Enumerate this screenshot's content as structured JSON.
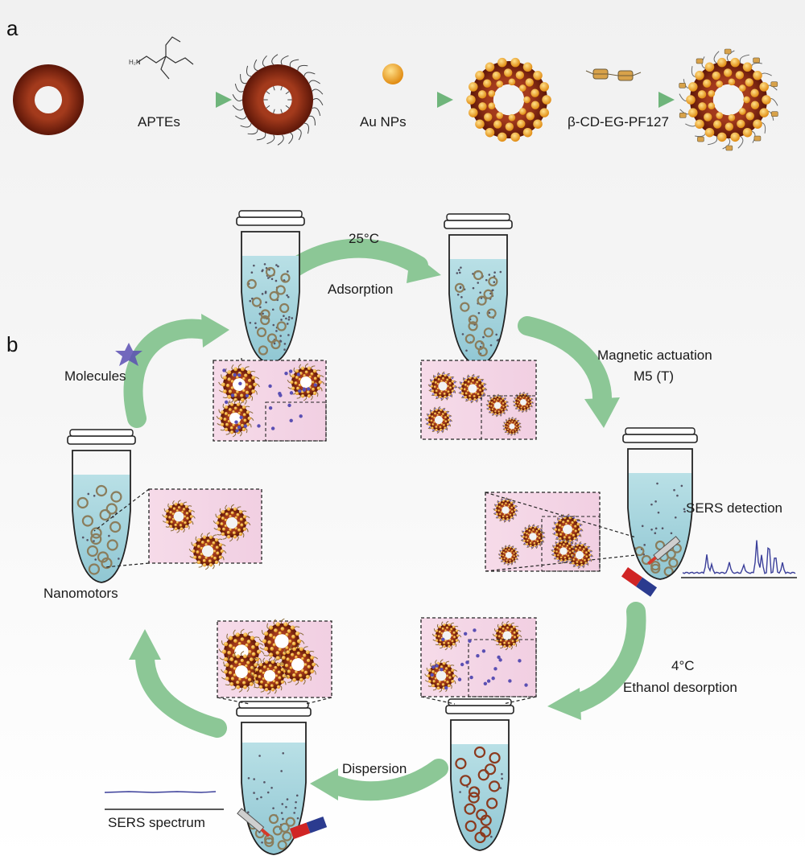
{
  "panel_a": {
    "letter": "a",
    "steps": [
      "APTEs",
      "Au NPs",
      "β-CD-EG-PF127"
    ]
  },
  "panel_b": {
    "letter": "b",
    "labels": {
      "temp_adsorb": "25°C",
      "adsorption": "Adsorption",
      "magnetic_actuation": "Magnetic actuation",
      "m5": "M5 (T)",
      "sers_detection": "SERS detection",
      "temp_desorb": "4°C",
      "ethanol_desorption": "Ethanol desorption",
      "dispersion": "Dispersion",
      "sers_spectrum": "SERS spectrum",
      "nanomotors": "Nanomotors",
      "molecules": "Molecules"
    }
  },
  "colors": {
    "shell": "#7a2412",
    "gold": "#f1a528",
    "arrow_green": "#86c48f",
    "liquid": "#a9d6df",
    "inset_bg": "#f5d9e8",
    "molecule": "#6a5acd",
    "spectrum": "#3b3f9a"
  }
}
